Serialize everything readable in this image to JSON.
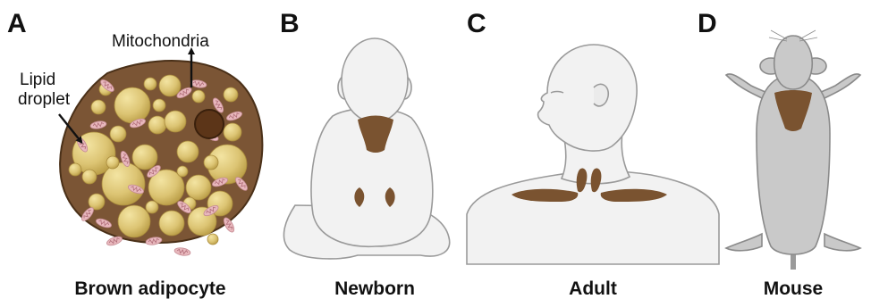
{
  "panels": {
    "a": {
      "letter": "A",
      "caption": "Brown adipocyte",
      "lipid_label_line1": "Lipid",
      "lipid_label_line2": "droplet",
      "mito_label": "Mitochondria"
    },
    "b": {
      "letter": "B",
      "caption": "Newborn"
    },
    "c": {
      "letter": "C",
      "caption": "Adult"
    },
    "d": {
      "letter": "D",
      "caption": "Mouse"
    }
  },
  "colors": {
    "brown_fat": "#7a5330",
    "cell_body": "#7b5535",
    "lipid": "#d9c16e",
    "mitochondria": "#e8b8bd",
    "nucleus": "#5c3518",
    "skin": "#f2f2f2",
    "mouse_fur": "#c9c9c9"
  }
}
